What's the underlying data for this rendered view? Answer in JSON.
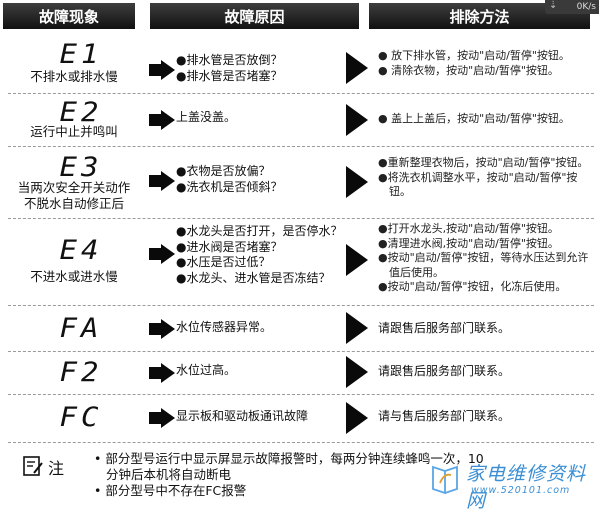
{
  "headers": {
    "phenomenon": "故障现象",
    "cause": "故障原因",
    "solution": "排除方法"
  },
  "speed_widget": "0K/s",
  "rows": [
    {
      "code": "E1",
      "desc": [
        "不排水或排水慢"
      ],
      "causes": [
        "●排水管是否放倒？",
        "●排水管是否堵塞？"
      ],
      "solutions": [
        "● 放下排水管，按动\"启动/暂停\"按钮。",
        "● 清除衣物，按动\"启动/暂停\"按钮。"
      ]
    },
    {
      "code": "E2",
      "desc": [
        "运行中止并鸣叫"
      ],
      "causes": [
        "上盖没盖。"
      ],
      "solutions": [
        "● 盖上上盖后，按动\"启动/暂停\"按钮。"
      ]
    },
    {
      "code": "E3",
      "desc": [
        "当两次安全开关动作",
        "不脱水自动修正后"
      ],
      "causes": [
        "●衣物是否放偏？",
        "●洗衣机是否倾斜？"
      ],
      "solutions": [
        "●重新整理衣物后，按动\"启动/暂停\"按钮。",
        "●将洗衣机调整水平，按动\"启动/暂停\"按钮。"
      ]
    },
    {
      "code": "E4",
      "desc": [
        "不进水或进水慢"
      ],
      "causes": [
        "●水龙头是否打开，是否停水？",
        "●进水阀是否堵塞？",
        "●水压是否过低？",
        "●水龙头、进水管是否冻结？"
      ],
      "solutions": [
        "●打开水龙头,按动\"启动/暂停\"按钮。",
        "●清理进水阀,按动\"启动/暂停\"按钮。",
        "●按动\"启动/暂停\"按钮，等待水压达到允许值后使用。",
        "●按动\"启动/暂停\"按钮，化冻后使用。"
      ]
    },
    {
      "code": "FA",
      "desc": [],
      "causes": [
        "水位传感器异常。"
      ],
      "solutions": [
        "请跟售后服务部门联系。"
      ]
    },
    {
      "code": "F2",
      "desc": [],
      "causes": [
        "水位过高。"
      ],
      "solutions": [
        "请跟售后服务部门联系。"
      ]
    },
    {
      "code": "FC",
      "desc": [],
      "causes": [
        "显示板和驱动板通讯故障"
      ],
      "solutions": [
        "请与售后服务部门联系。"
      ]
    }
  ],
  "note": {
    "label": "注",
    "items": [
      "• 部分型号运行中显示屏显示故障报警时，每两分钟连续蜂鸣一次，10分钟后本机将自动断电",
      "• 部分型号中不存在FC报警"
    ]
  },
  "watermark": {
    "title": "家电维修资料网",
    "url": "www.520101.com"
  },
  "colors": {
    "header_bg": "#1a1a1a",
    "watermark": "#3c8fd4"
  },
  "icons": [
    "small-arrow-icon",
    "big-triangle-icon",
    "note-icon",
    "watermark-logo-icon"
  ]
}
